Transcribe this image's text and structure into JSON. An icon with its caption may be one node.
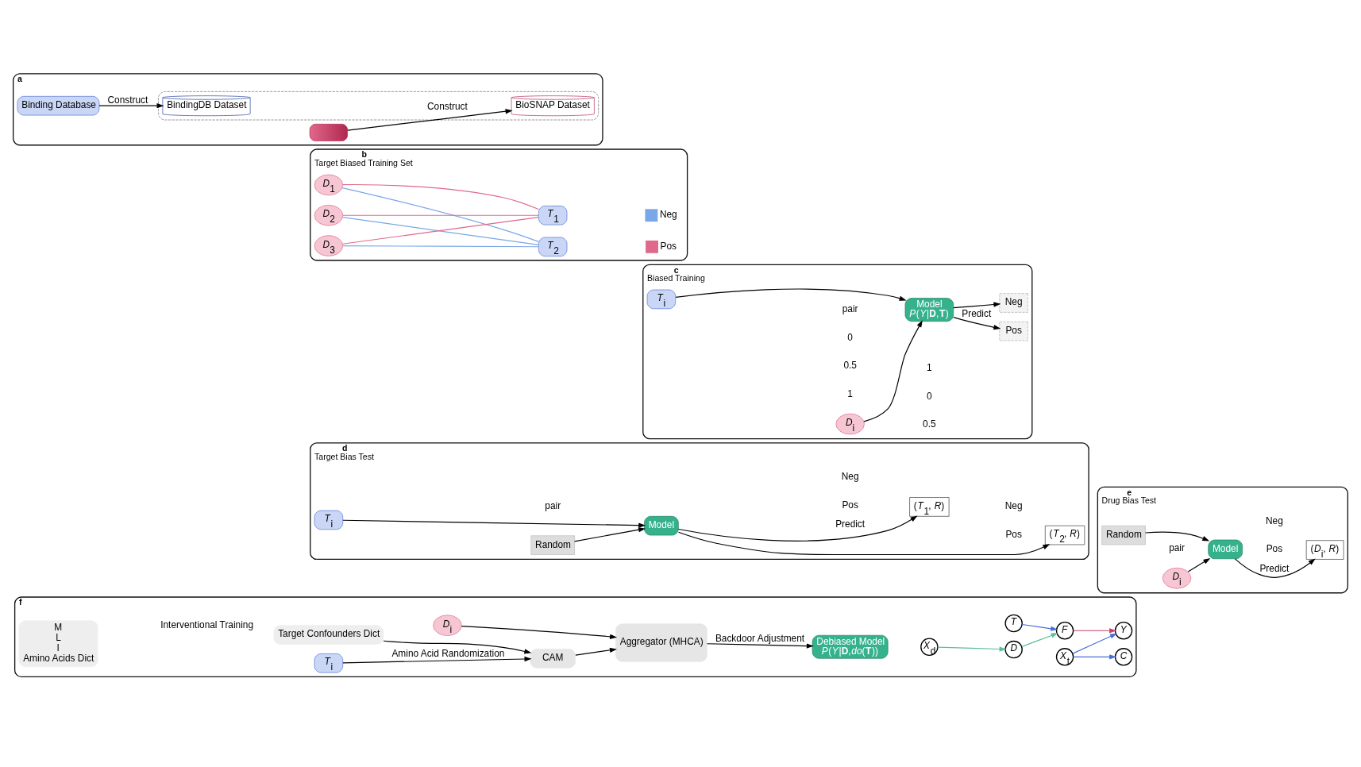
{
  "diagram": {
    "nodes": [
      {
        "text": [
          "**a**"
        ]
      },
      {
        "text": [],
        "shape": "capsule",
        "in": 0
      },
      {
        "text": [],
        "shape": "box",
        "in": 0
      },
      {
        "text": [
          "BioSNAP Dataset"
        ],
        "in": 2
      },
      {
        "text": [
          "Binding Database"
        ],
        "in": 0
      },
      {
        "text": [
          "BindingDB Dataset"
        ],
        "in": 2
      },
      {
        "text": [
          "**b**",
          "Target Biased Training Set"
        ]
      },
      {
        "text": [
          "*D*$_{1}$"
        ],
        "in": 6
      },
      {
        "text": [
          "*D*$_{2}$"
        ],
        "in": 6
      },
      {
        "text": [
          "*D*$_{3}$"
        ],
        "in": 6
      },
      {
        "text": [
          "*T*$_{1}$"
        ],
        "in": 6
      },
      {
        "text": [
          "*T*$_{2}$"
        ],
        "in": 6
      },
      {
        "text": [
          "**c**",
          "Biased Training"
        ]
      },
      {
        "text": [
          "*T*$_{i}$"
        ],
        "in": 12
      },
      {
        "text": [
          "*D*$_{i}$"
        ],
        "in": 12
      },
      {
        "text": [
          "pair"
        ],
        "in": 12
      },
      {
        "text": [
          "Model",
          "*P*(*Y*|**D**,**T**)"
        ],
        "in": 12
      },
      {
        "text": [
          "Pos"
        ],
        "in": 12
      },
      {
        "text": [
          "Neg"
        ],
        "in": 12
      },
      {
        "text": [
          "**d**",
          "Target Bias Test"
        ]
      },
      {
        "text": [
          "*T*$_{i}$"
        ],
        "in": 19
      },
      {
        "text": [
          "Random"
        ],
        "in": 19
      },
      {
        "text": [
          "pair"
        ],
        "in": 19
      },
      {
        "text": [
          "Model"
        ],
        "in": 19
      },
      {
        "text": [
          "(*T*$_{1}$, *R*)"
        ],
        "in": 19
      },
      {
        "text": [
          "(*T*$_{2}$, *R*)"
        ],
        "in": 19
      },
      {
        "text": [
          "**e**",
          "Drug Bias Test"
        ]
      },
      {
        "text": [
          "Random"
        ],
        "in": 26
      },
      {
        "text": [
          "*D*$_{i}$"
        ],
        "in": 26
      },
      {
        "text": [
          "pair"
        ],
        "in": 26
      },
      {
        "text": [
          "Model"
        ],
        "in": 26
      },
      {
        "text": [
          "(*D*$_{i}$, *R*)"
        ],
        "in": 26
      },
      {
        "text": [
          "**f**"
        ]
      },
      {
        "text": [
          "*T*$_{i}$"
        ],
        "in": 32
      },
      {
        "text": [
          "*D*$_{i}$"
        ],
        "in": 32
      },
      {
        "text": [
          "M",
          "L",
          "I",
          "Amino Acids Dict"
        ],
        "in": 32
      },
      {
        "text": [
          "CAM"
        ],
        "in": 32
      },
      {
        "text": [
          "Target Confounders Dict"
        ],
        "in": 32
      },
      {
        "text": [
          "Aggregator (MHCA)"
        ],
        "in": 32
      },
      {
        "text": [
          "Debiased Model",
          "*P*(*Y*|**D**,*do*(**T**))"
        ],
        "in": 32
      },
      {
        "text": [
          "*X*$_{d}$"
        ],
        "in": 32
      },
      {
        "text": [
          "*X*$_{t}$"
        ],
        "in": 32
      },
      {
        "text": [
          "*C*"
        ],
        "in": 32
      },
      {
        "text": [
          "*D*"
        ],
        "in": 32
      },
      {
        "text": [
          "*T*"
        ],
        "in": 32
      },
      {
        "text": [
          "*F*"
        ],
        "in": 32
      },
      {
        "text": [
          "*Y*"
        ],
        "in": 32
      }
    ],
    "edges": [
      {
        "from": 1,
        "to": 3,
        "arrow": "to",
        "label": "Construct"
      },
      {
        "from": 4,
        "to": 5,
        "arrow": "to",
        "label": "Construct"
      },
      {
        "from": 7,
        "to": 10,
        "arrow": "none",
        "color": "#e0688a"
      },
      {
        "from": 7,
        "to": 11,
        "arrow": "none",
        "color": "#7aa7e8"
      },
      {
        "from": 8,
        "to": 10,
        "arrow": "none",
        "color": "#e0688a"
      },
      {
        "from": 8,
        "to": 11,
        "arrow": "none",
        "color": "#7aa7e8"
      },
      {
        "from": 9,
        "to": 10,
        "arrow": "none",
        "color": "#e0688a"
      },
      {
        "from": 9,
        "to": 11,
        "arrow": "none",
        "color": "#7aa7e8"
      },
      {
        "from": 13,
        "to": 16,
        "arrow": "to"
      },
      {
        "from": 14,
        "to": 16,
        "arrow": "to"
      },
      {
        "from": 16,
        "to": 17,
        "arrow": "to",
        "label": "Predict"
      },
      {
        "from": 16,
        "to": 18,
        "arrow": "to"
      },
      {
        "from": 20,
        "to": 23,
        "arrow": "to"
      },
      {
        "from": 21,
        "to": 23,
        "arrow": "to"
      },
      {
        "from": 23,
        "to": 24,
        "arrow": "to",
        "label": "Predict"
      },
      {
        "from": 23,
        "to": 25,
        "arrow": "to"
      },
      {
        "from": 27,
        "to": 30,
        "arrow": "to"
      },
      {
        "from": 28,
        "to": 30,
        "arrow": "to"
      },
      {
        "from": 30,
        "to": 31,
        "arrow": "to",
        "label": "Predict"
      },
      {
        "from": 33,
        "to": 36,
        "arrow": "to",
        "label": "Amino Acid Randomization"
      },
      {
        "from": 37,
        "to": 36,
        "arrow": "to"
      },
      {
        "from": 36,
        "to": 38,
        "arrow": "to"
      },
      {
        "from": 34,
        "to": 38,
        "arrow": "to"
      },
      {
        "from": 38,
        "to": 39,
        "arrow": "to",
        "label": "Backdoor Adjustment"
      },
      {
        "from": 40,
        "to": 43,
        "arrow": "to",
        "color": "#5cbf9b"
      },
      {
        "from": 41,
        "to": 42,
        "arrow": "to",
        "color": "#4a6fd6"
      },
      {
        "from": 41,
        "to": 46,
        "arrow": "to",
        "color": "#4a6fd6"
      },
      {
        "from": 43,
        "to": 45,
        "arrow": "to",
        "color": "#5cbf9b"
      },
      {
        "from": 44,
        "to": 45,
        "arrow": "to",
        "color": "#4a6fd6"
      },
      {
        "from": 45,
        "to": 46,
        "arrow": "to",
        "color": "#c8416a"
      }
    ],
    "labels": [
      "0",
      "0.5",
      "1",
      "0",
      "0.5",
      "1",
      "Neg",
      "Pos",
      "Neg",
      "Pos",
      "Neg",
      "Pos",
      "Interventional Training"
    ],
    "legend": [
      {
        "text": "Neg",
        "color": "#7aa7e8"
      },
      {
        "text": "Pos",
        "color": "#e0688a"
      }
    ]
  }
}
